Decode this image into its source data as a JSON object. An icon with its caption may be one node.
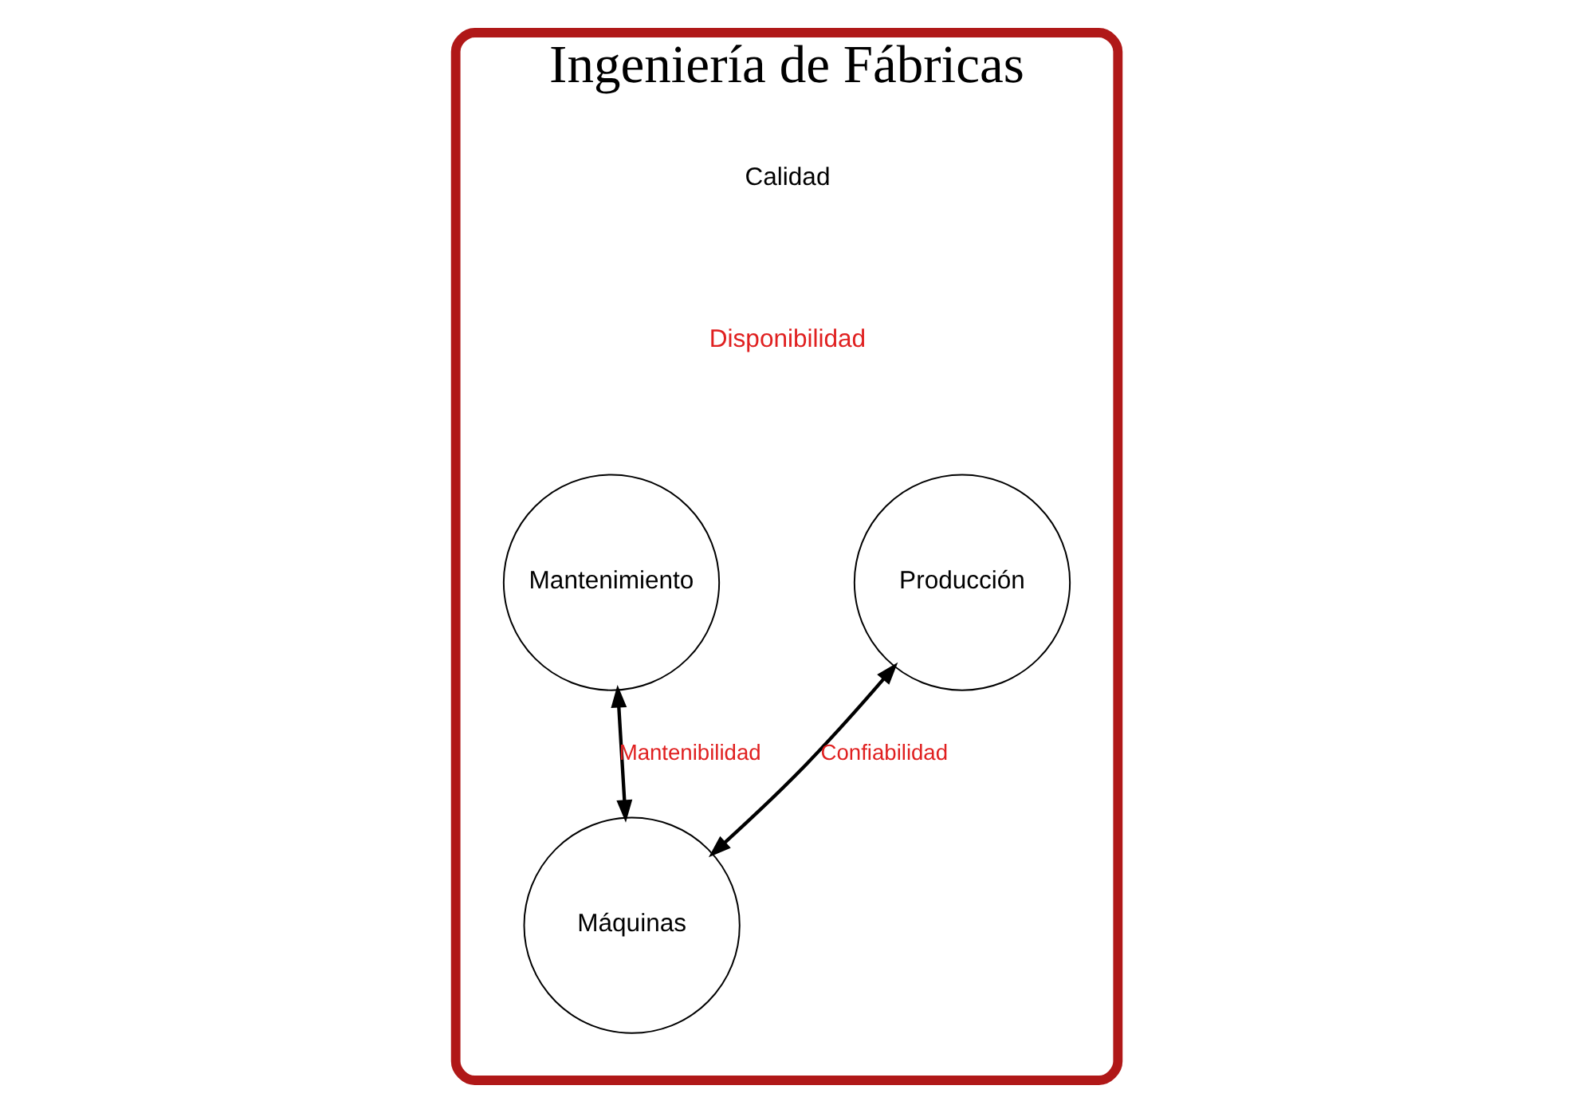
{
  "diagram": {
    "nodes": [
      {
        "text": [
          "Ingeniería de Fábricas"
        ]
      },
      {
        "text": [
          "Mantenimiento"
        ],
        "in": 0
      },
      {
        "text": [
          "Producción"
        ],
        "in": 0
      },
      {
        "text": [
          "Máquinas"
        ],
        "in": 0
      }
    ],
    "edges": [
      {
        "from": 1,
        "to": 3,
        "arrow": "both",
        "label": "Mantenibilidad"
      },
      {
        "from": 3,
        "to": 2,
        "arrow": "both",
        "label": "Confiabilidad"
      }
    ],
    "labels": [
      "Calidad",
      "Disponibilidad"
    ]
  }
}
